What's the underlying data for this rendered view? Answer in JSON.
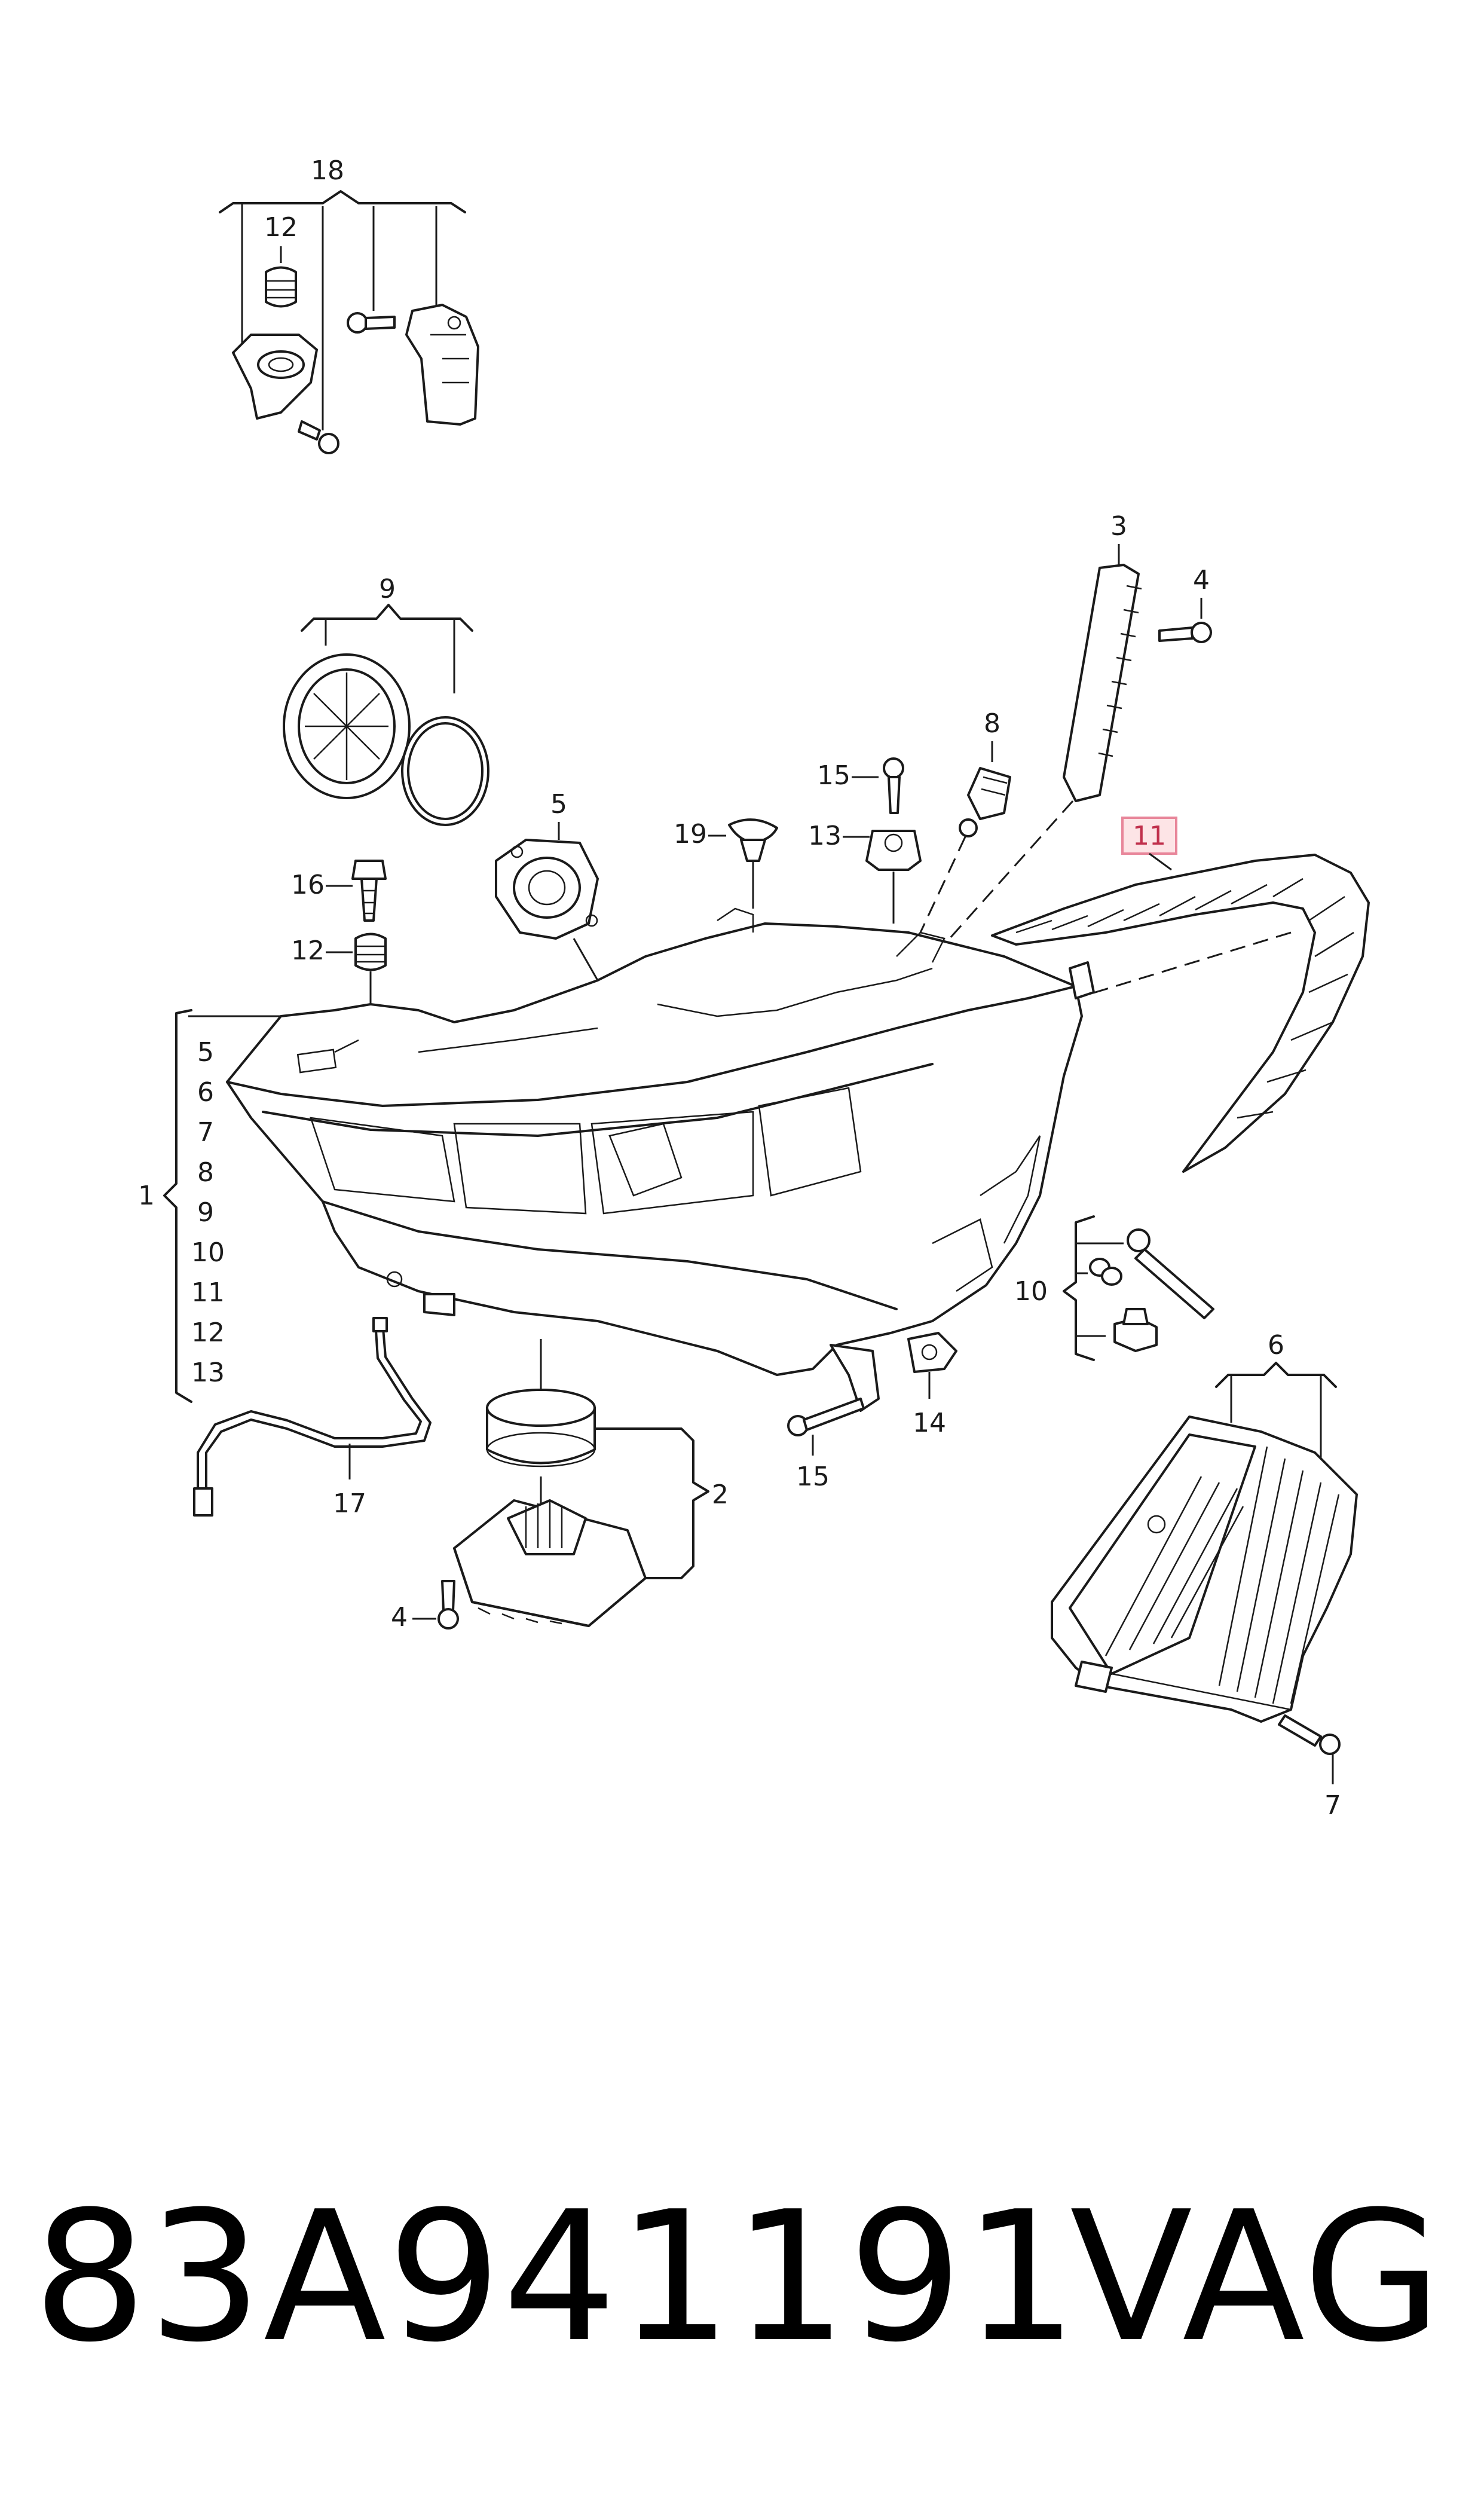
{
  "diagram": {
    "labels": {
      "l18": "18",
      "l12_top": "12",
      "l9": "9",
      "l3": "3",
      "l4_top": "4",
      "l8": "8",
      "l15_top": "15",
      "l13": "13",
      "l19": "19",
      "l5": "5",
      "l16": "16",
      "l12_mid": "12",
      "l11": "11",
      "l1": "1",
      "l10": "10",
      "l6": "6",
      "l17": "17",
      "l15_bot": "15",
      "l14": "14",
      "l2": "2",
      "l4_bot": "4",
      "l7": "7"
    },
    "group_1_items": [
      "5",
      "6",
      "7",
      "8",
      "9",
      "10",
      "11",
      "12",
      "13"
    ],
    "highlighted_part": "11",
    "highlight_color": "#fde4e6"
  },
  "footer": {
    "part_number": "83A941191",
    "brand": "VAG"
  }
}
